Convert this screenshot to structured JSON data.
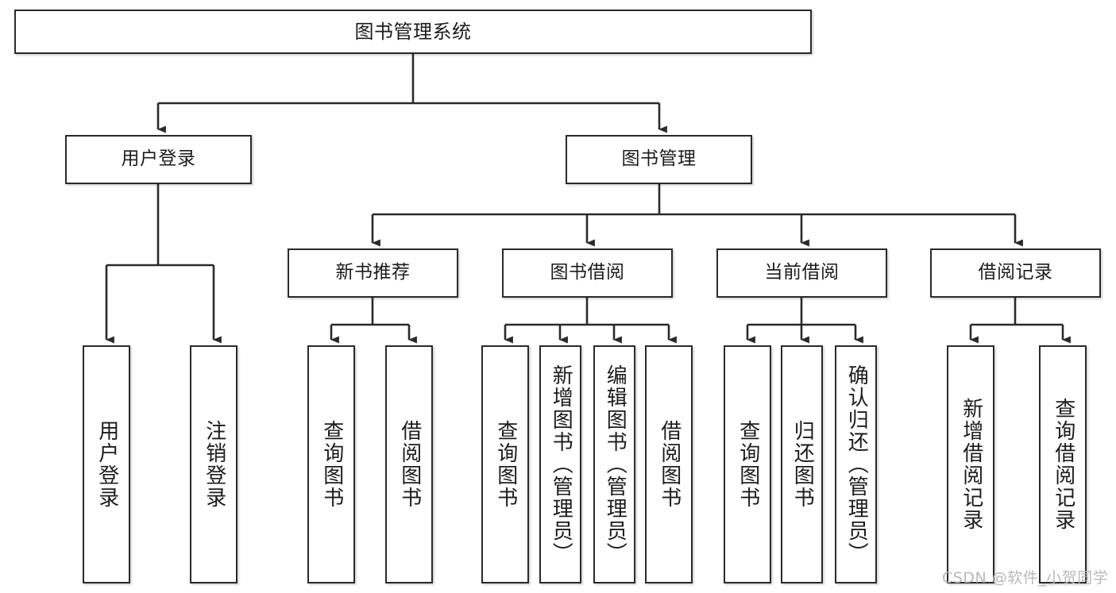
{
  "diagram": {
    "title": "图书管理系统",
    "type": "tree-hierarchy-diagram",
    "orientation": "top-down",
    "colors": {
      "background": "#ffffff",
      "node_fill": "#ffffff",
      "node_border": "#2a2a2a",
      "edge": "#2a2a2a",
      "text": "#1c1c1c",
      "watermark": "#b8b8b8"
    },
    "watermark": "CSDN @软件_小贺同学"
  },
  "nodes": {
    "root": {
      "label": "图书管理系统",
      "level": 0
    },
    "level2": [
      {
        "id": "user-login",
        "label": "用户登录",
        "level": 1
      },
      {
        "id": "book-management",
        "label": "图书管理",
        "level": 1
      }
    ],
    "level3": [
      {
        "id": "new-book-recommend",
        "label": "新书推荐",
        "level": 2,
        "parent": "book-management"
      },
      {
        "id": "book-borrow",
        "label": "图书借阅",
        "level": 2,
        "parent": "book-management"
      },
      {
        "id": "current-borrow",
        "label": "当前借阅",
        "level": 2,
        "parent": "book-management"
      },
      {
        "id": "borrow-record",
        "label": "借阅记录",
        "level": 2,
        "parent": "book-management"
      }
    ],
    "leaves": [
      {
        "id": "leaf-user-login",
        "label": "用户登录",
        "parent": "user-login"
      },
      {
        "id": "leaf-logout-login",
        "label": "注销登录",
        "parent": "user-login"
      },
      {
        "id": "leaf-query-book-1",
        "label": "查询图书",
        "parent": "new-book-recommend"
      },
      {
        "id": "leaf-borrow-book-1",
        "label": "借阅图书",
        "parent": "new-book-recommend"
      },
      {
        "id": "leaf-query-book-2",
        "label": "查询图书",
        "parent": "book-borrow"
      },
      {
        "id": "leaf-add-book",
        "label": "新增图书（管理员）",
        "parent": "book-borrow"
      },
      {
        "id": "leaf-edit-book",
        "label": "编辑图书（管理员）",
        "parent": "book-borrow"
      },
      {
        "id": "leaf-borrow-book-2",
        "label": "借阅图书",
        "parent": "book-borrow"
      },
      {
        "id": "leaf-query-book-3",
        "label": "查询图书",
        "parent": "current-borrow"
      },
      {
        "id": "leaf-return-book",
        "label": "归还图书",
        "parent": "current-borrow"
      },
      {
        "id": "leaf-confirm-return",
        "label": "确认归还（管理员）",
        "parent": "current-borrow"
      },
      {
        "id": "leaf-add-record",
        "label": "新增借阅记录",
        "parent": "borrow-record"
      },
      {
        "id": "leaf-query-record",
        "label": "查询借阅记录",
        "parent": "borrow-record"
      }
    ]
  }
}
